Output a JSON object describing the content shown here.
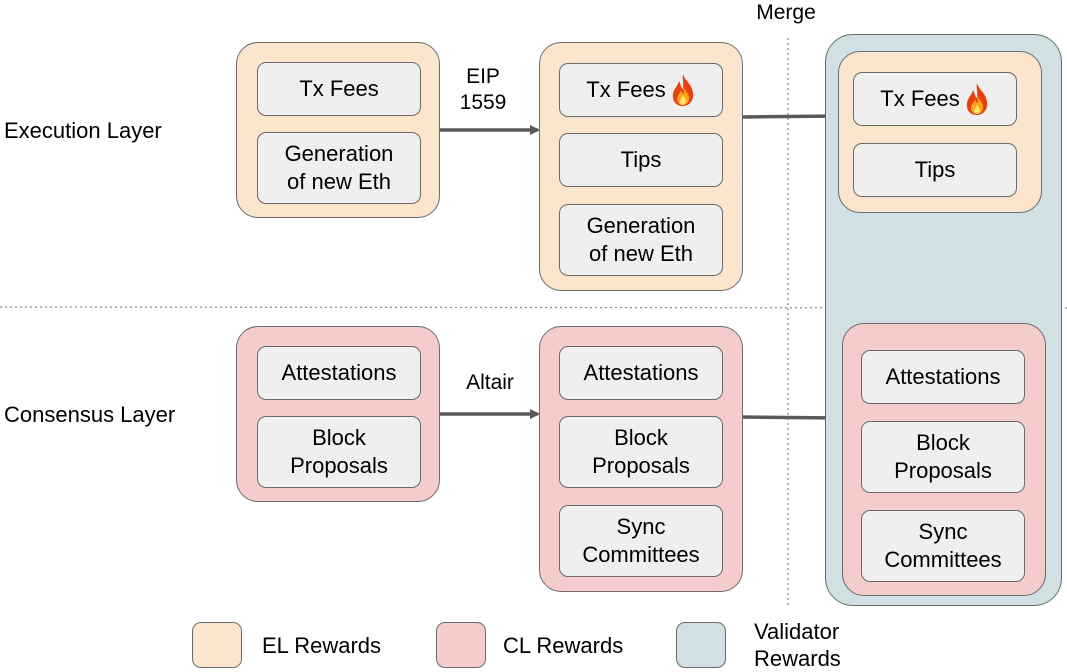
{
  "layers": {
    "execution": "Execution Layer",
    "consensus": "Consensus Layer"
  },
  "edges": {
    "eip1559": "EIP\n1559",
    "altair": "Altair",
    "merge": "Merge"
  },
  "execution": {
    "before": [
      "Tx Fees",
      "Generation\nof new Eth"
    ],
    "after_eip1559": [
      "Tx Fees",
      "Tips",
      "Generation\nof new Eth"
    ],
    "after_merge": [
      "Tx Fees",
      "Tips"
    ]
  },
  "consensus": {
    "before": [
      "Attestations",
      "Block\nProposals"
    ],
    "after_altair": [
      "Attestations",
      "Block\nProposals",
      "Sync\nCommittees"
    ],
    "after_merge": [
      "Attestations",
      "Block\nProposals",
      "Sync\nCommittees"
    ]
  },
  "legend": {
    "el": "EL Rewards",
    "cl": "CL Rewards",
    "validator": "Validator\nRewards"
  },
  "colors": {
    "el_rewards": "#fce5cd",
    "cl_rewards": "#f4cccc",
    "validator_rewards": "#d0e0e3",
    "item": "#efefef",
    "arrow": "#595959"
  },
  "icons": {
    "burn": "fire-icon"
  }
}
